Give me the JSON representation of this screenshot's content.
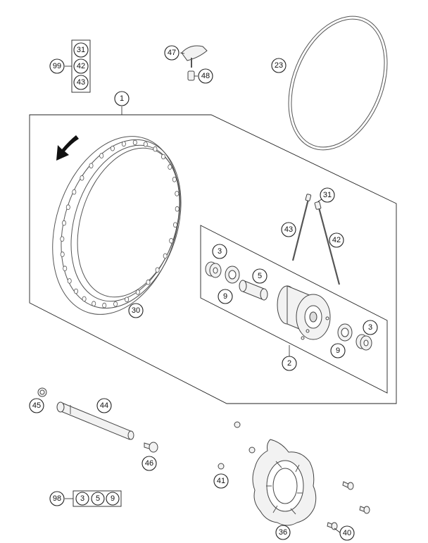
{
  "colors": {
    "background": "#ffffff",
    "line": "#222222",
    "part_fill": "#f2f2f2",
    "arrow": "#111111"
  },
  "callouts": {
    "c1": "1",
    "c2": "2",
    "c3a": "3",
    "c3b": "3",
    "c5": "5",
    "c9a": "9",
    "c9b": "9",
    "c23": "23",
    "c30": "30",
    "c31a": "31",
    "c31b": "31",
    "c36": "36",
    "c40": "40",
    "c41": "41",
    "c42a": "42",
    "c42b": "42",
    "c43a": "43",
    "c43b": "43",
    "c44": "44",
    "c45": "45",
    "c46": "46",
    "c47": "47",
    "c48": "48",
    "c98": "98",
    "c98_3": "3",
    "c98_5": "5",
    "c98_9": "9",
    "c99": "99"
  },
  "parts": {
    "rim": "rim-icon",
    "tire_band": "rim-band-icon",
    "hub": "hub-icon",
    "disc": "brake-disc-icon",
    "axle": "axle-icon",
    "spoke": "spoke-icon",
    "valve": "valve-cap-icon",
    "arrow": "rotation-arrow-icon"
  }
}
